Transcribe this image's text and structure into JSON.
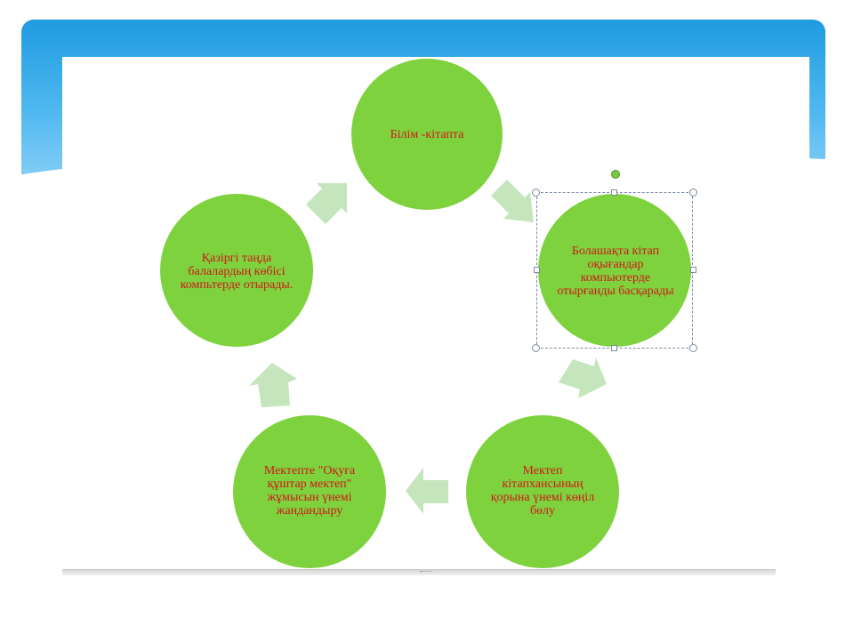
{
  "diagram": {
    "nodes": [
      {
        "id": "n1",
        "text": "Білім -кітапта"
      },
      {
        "id": "n2",
        "text": "Болашақта кітап оқығандар компьютерде отырғанды басқарады"
      },
      {
        "id": "n3",
        "text": "Мектеп кітапхансының қорына үнемі көңіл бөлу"
      },
      {
        "id": "n4",
        "text": "Мектепте \"Оқуға құштар мектеп\" жұмысын үнемі жандандыру"
      },
      {
        "id": "n5",
        "text": "Қазіргі таңда балалардың көбісі компьтерде отырады."
      }
    ],
    "edges": [
      {
        "from": "n1",
        "to": "n2"
      },
      {
        "from": "n2",
        "to": "n3"
      },
      {
        "from": "n3",
        "to": "n4"
      },
      {
        "from": "n4",
        "to": "n5"
      },
      {
        "from": "n5",
        "to": "n1"
      }
    ],
    "selected_node": "n2"
  },
  "colors": {
    "circle_fill": "#7ed23e",
    "text": "#d01818",
    "arrow_fill": "#c5e6bc",
    "banner": "#1f9be0"
  }
}
